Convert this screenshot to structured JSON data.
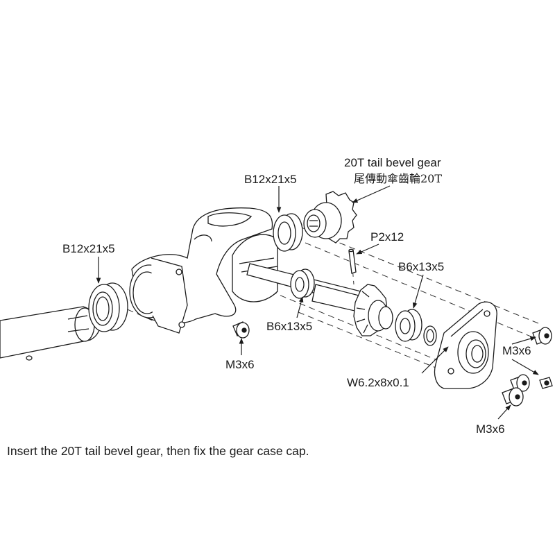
{
  "labels": {
    "bevel_gear_en": "20T tail bevel gear",
    "bevel_gear_cn": "尾傳動傘齒輪20T",
    "bearing_top": "B12x21x5",
    "bearing_left": "B12x21x5",
    "pin": "P2x12",
    "bearing_right": "B6x13x5",
    "bearing_center": "B6x13x5",
    "screw_left": "M3x6",
    "screw_right_top": "M3x6",
    "screw_right_bottom": "M3x6",
    "washer": "W6.2x8x0.1"
  },
  "caption": "Insert the 20T tail bevel gear, then fix the gear case cap."
}
